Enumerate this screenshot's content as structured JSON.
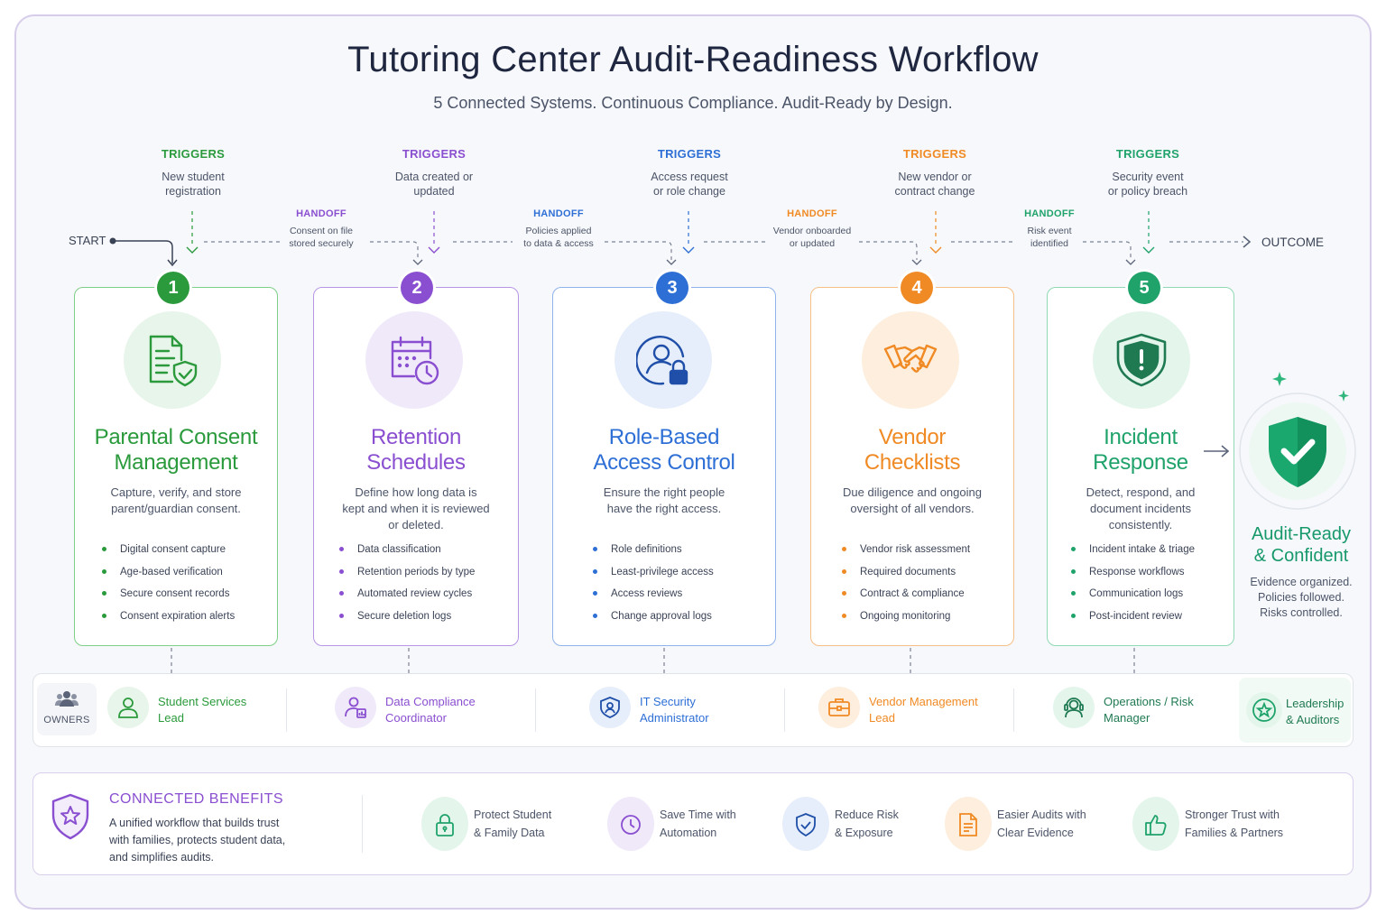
{
  "header": {
    "title": "Tutoring Center Audit-Readiness Workflow",
    "subtitle": "5 Connected Systems. Continuous Compliance. Audit-Ready by Design."
  },
  "flow": {
    "start_label": "START",
    "outcome_label": "OUTCOME",
    "trigger_label": "TRIGGERS",
    "handoff_label": "HANDOFF",
    "triggers": [
      {
        "line1": "New student",
        "line2": "registration"
      },
      {
        "line1": "Data created or",
        "line2": "updated"
      },
      {
        "line1": "Access request",
        "line2": "or role change"
      },
      {
        "line1": "New vendor or",
        "line2": "contract change"
      },
      {
        "line1": "Security event",
        "line2": "or policy breach"
      }
    ],
    "handoffs": [
      {
        "line1": "Consent on file",
        "line2": "stored securely"
      },
      {
        "line1": "Policies applied",
        "line2": "to data & access"
      },
      {
        "line1": "Vendor onboarded",
        "line2": "or updated"
      },
      {
        "line1": "Risk event",
        "line2": "identified"
      }
    ]
  },
  "steps": [
    {
      "number": "1",
      "icon": "document-shield-icon",
      "title_line1": "Parental Consent",
      "title_line2": "Management",
      "desc_line1": "Capture, verify, and store",
      "desc_line2": "parent/guardian consent.",
      "desc_line3": "",
      "items": [
        "Digital consent capture",
        "Age-based verification",
        "Secure consent records",
        "Consent expiration alerts"
      ]
    },
    {
      "number": "2",
      "icon": "calendar-clock-icon",
      "title_line1": "Retention",
      "title_line2": "Schedules",
      "desc_line1": "Define how long data is",
      "desc_line2": "kept and when it is reviewed",
      "desc_line3": "or deleted.",
      "items": [
        "Data classification",
        "Retention periods by type",
        "Automated review cycles",
        "Secure deletion logs"
      ]
    },
    {
      "number": "3",
      "icon": "user-lock-icon",
      "title_line1": "Role-Based",
      "title_line2": "Access Control",
      "desc_line1": "Ensure the right people",
      "desc_line2": "have the right access.",
      "desc_line3": "",
      "items": [
        "Role definitions",
        "Least-privilege access",
        "Access reviews",
        "Change approval logs"
      ]
    },
    {
      "number": "4",
      "icon": "handshake-icon",
      "title_line1": "Vendor",
      "title_line2": "Checklists",
      "desc_line1": "Due diligence and ongoing",
      "desc_line2": "oversight of all vendors.",
      "desc_line3": "",
      "items": [
        "Vendor risk assessment",
        "Required documents",
        "Contract & compliance",
        "Ongoing monitoring"
      ]
    },
    {
      "number": "5",
      "icon": "shield-alert-icon",
      "title_line1": "Incident",
      "title_line2": "Response",
      "desc_line1": "Detect, respond, and",
      "desc_line2": "document incidents",
      "desc_line3": "consistently.",
      "items": [
        "Incident intake & triage",
        "Response workflows",
        "Communication logs",
        "Post-incident review"
      ]
    }
  ],
  "outcome": {
    "title_line1": "Audit-Ready",
    "title_line2": "& Confident",
    "lines": [
      "Evidence organized.",
      "Policies followed.",
      "Risks controlled."
    ]
  },
  "owners": {
    "label": "OWNERS",
    "items": [
      {
        "line1": "Student Services",
        "line2": "Lead"
      },
      {
        "line1": "Data Compliance",
        "line2": "Coordinator"
      },
      {
        "line1": "IT Security",
        "line2": "Administrator"
      },
      {
        "line1": "Vendor Management",
        "line2": "Lead"
      },
      {
        "line1": "Operations / Risk",
        "line2": "Manager"
      },
      {
        "line1": "Leadership",
        "line2": "& Auditors"
      }
    ]
  },
  "benefits": {
    "title": "CONNECTED BENEFITS",
    "desc_line1": "A unified workflow that builds trust",
    "desc_line2": "with families, protects student data,",
    "desc_line3": "and simplifies audits.",
    "items": [
      {
        "line1": "Protect Student",
        "line2": "& Family Data"
      },
      {
        "line1": "Save Time with",
        "line2": "Automation"
      },
      {
        "line1": "Reduce Risk",
        "line2": "& Exposure"
      },
      {
        "line1": "Easier Audits with",
        "line2": "Clear Evidence"
      },
      {
        "line1": "Stronger Trust with",
        "line2": "Families & Partners"
      }
    ]
  },
  "colors": {
    "green": "#2a9a3c",
    "purple": "#8a4fd0",
    "blue": "#2e6fd6",
    "orange": "#f08a24",
    "teal": "#1fa36b",
    "outcome": "#17996b"
  }
}
